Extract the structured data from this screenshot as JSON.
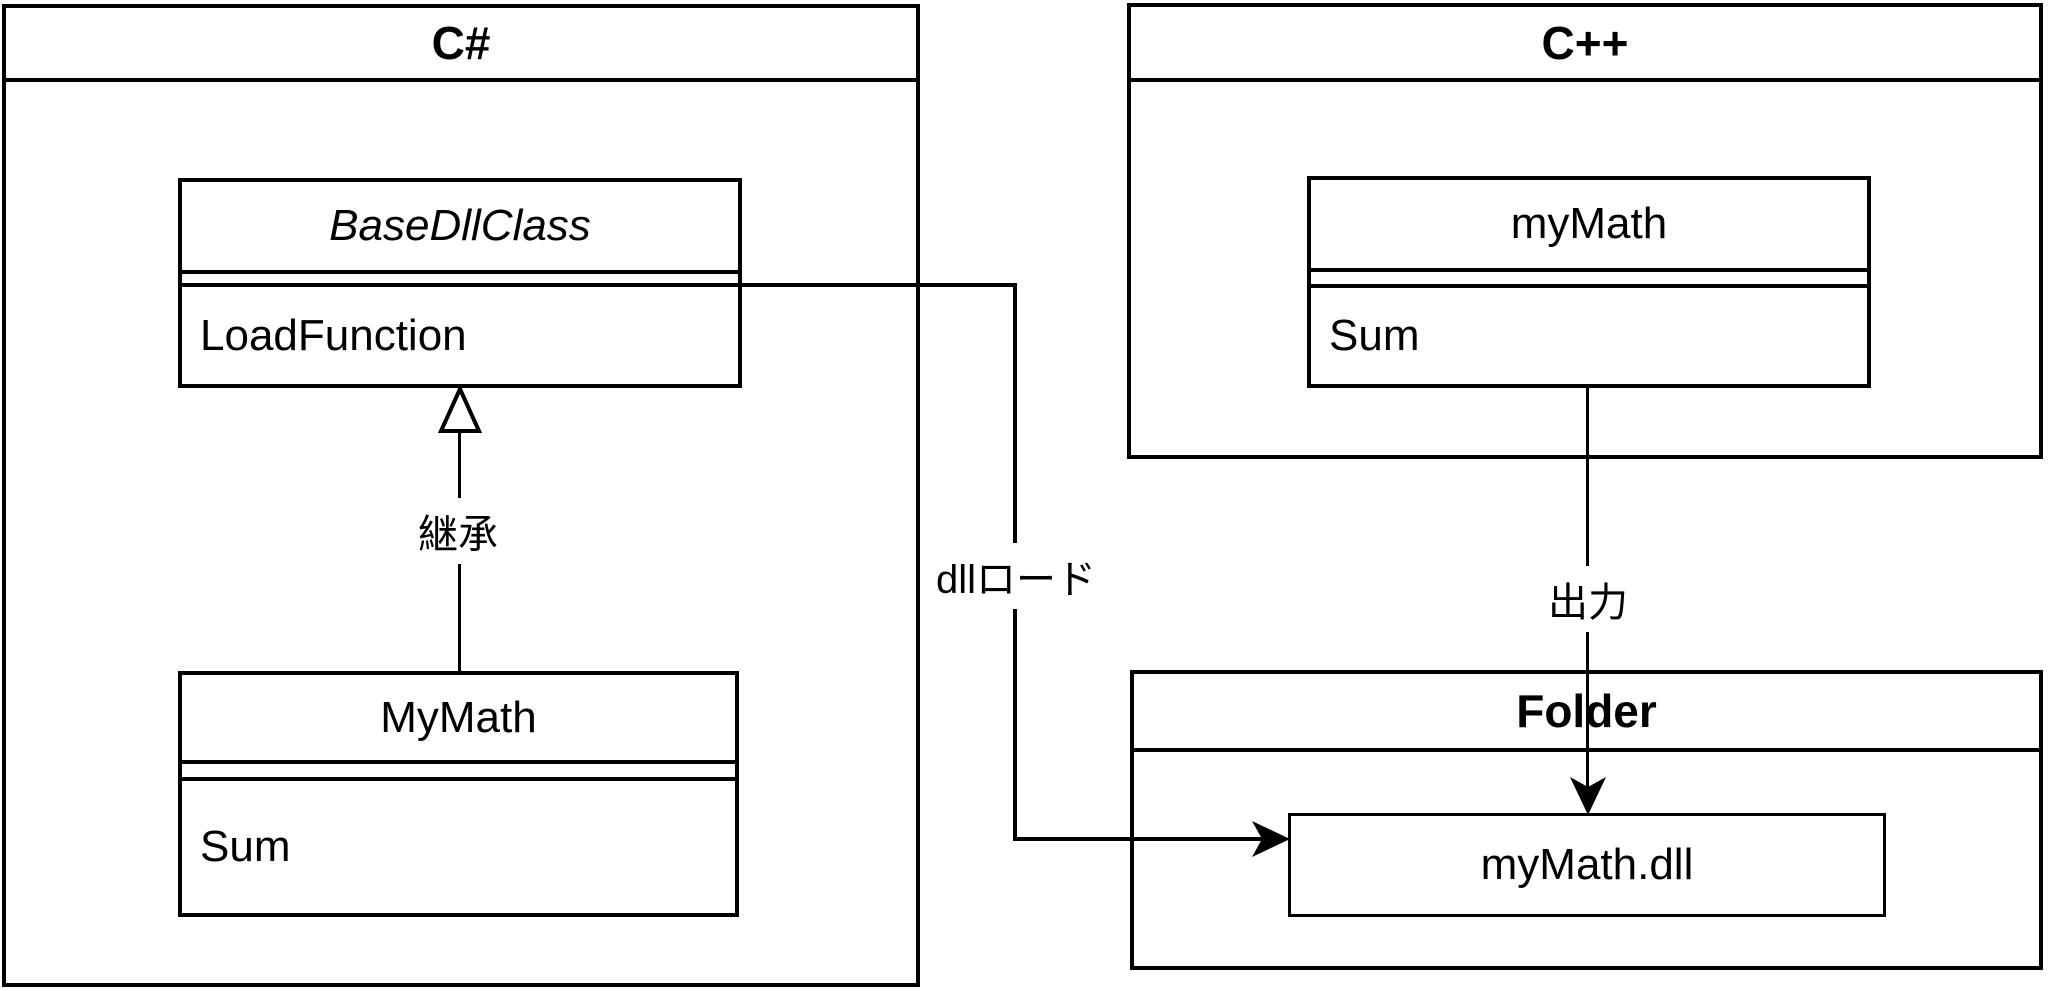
{
  "diagram_type": "uml-class-diagram",
  "colors": {
    "line": "#000000",
    "background": "#ffffff",
    "text": "#000000"
  },
  "containers": {
    "csharp": {
      "title": "C#"
    },
    "cpp": {
      "title": "C++"
    },
    "folder": {
      "title": "Folder"
    }
  },
  "classes": {
    "baseDllClass": {
      "name": "BaseDllClass",
      "stereotype": "abstract-italic",
      "method": "LoadFunction"
    },
    "myMathCs": {
      "name": "MyMath",
      "method": "Sum"
    },
    "myMathCpp": {
      "name": "myMath",
      "method": "Sum"
    }
  },
  "artifact": {
    "name": "myMath.dll"
  },
  "edges": {
    "inheritance": {
      "label": "継承",
      "type": "generalization",
      "from": "MyMath",
      "to": "BaseDllClass"
    },
    "dllLoad": {
      "label": "dllロード",
      "type": "directed-arrow",
      "from": "BaseDllClass",
      "to": "myMath.dll"
    },
    "output": {
      "label": "出力",
      "type": "directed-arrow",
      "from": "myMath",
      "to": "myMath.dll"
    }
  }
}
